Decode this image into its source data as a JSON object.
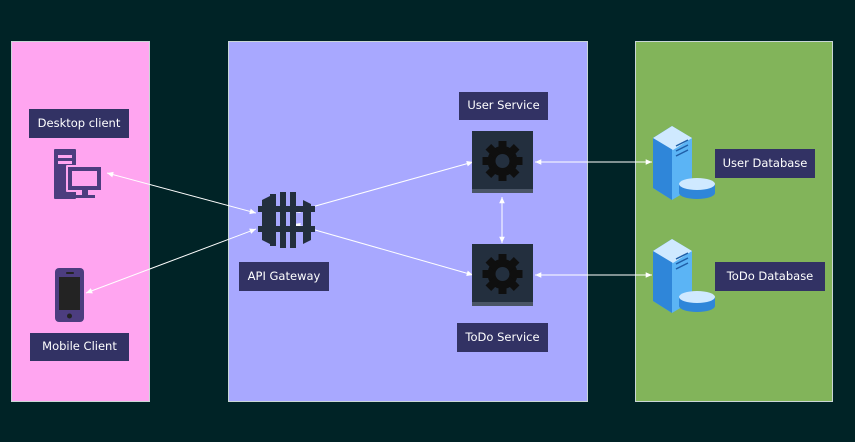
{
  "colors": {
    "background": "#002326",
    "clients_panel": "#ffa5f0",
    "services_panel": "#a8a8ff",
    "data_panel": "#82b45a",
    "label_box": "#323264",
    "icon_purple": "#4c3d7f",
    "icon_dark": "#232f3e",
    "db_blue": "#3d98e6",
    "connector": "#ffffff"
  },
  "nodes": {
    "desktop_client": {
      "label": "Desktop client",
      "icon": "desktop-computer-icon"
    },
    "mobile_client": {
      "label": "Mobile Client",
      "icon": "mobile-phone-icon"
    },
    "api_gateway": {
      "label": "API Gateway",
      "icon": "api-gateway-icon"
    },
    "user_service": {
      "label": "User Service",
      "icon": "gear-icon"
    },
    "todo_service": {
      "label": "ToDo Service",
      "icon": "gear-icon"
    },
    "user_database": {
      "label": "User Database",
      "icon": "database-server-icon"
    },
    "todo_database": {
      "label": "ToDo Database",
      "icon": "database-server-icon"
    }
  },
  "connections": [
    {
      "from": "desktop_client",
      "to": "api_gateway",
      "direction": "both"
    },
    {
      "from": "mobile_client",
      "to": "api_gateway",
      "direction": "both"
    },
    {
      "from": "api_gateway",
      "to": "user_service",
      "direction": "both"
    },
    {
      "from": "api_gateway",
      "to": "todo_service",
      "direction": "both"
    },
    {
      "from": "user_service",
      "to": "todo_service",
      "direction": "both"
    },
    {
      "from": "user_service",
      "to": "user_database",
      "direction": "both"
    },
    {
      "from": "todo_service",
      "to": "todo_database",
      "direction": "both"
    }
  ]
}
